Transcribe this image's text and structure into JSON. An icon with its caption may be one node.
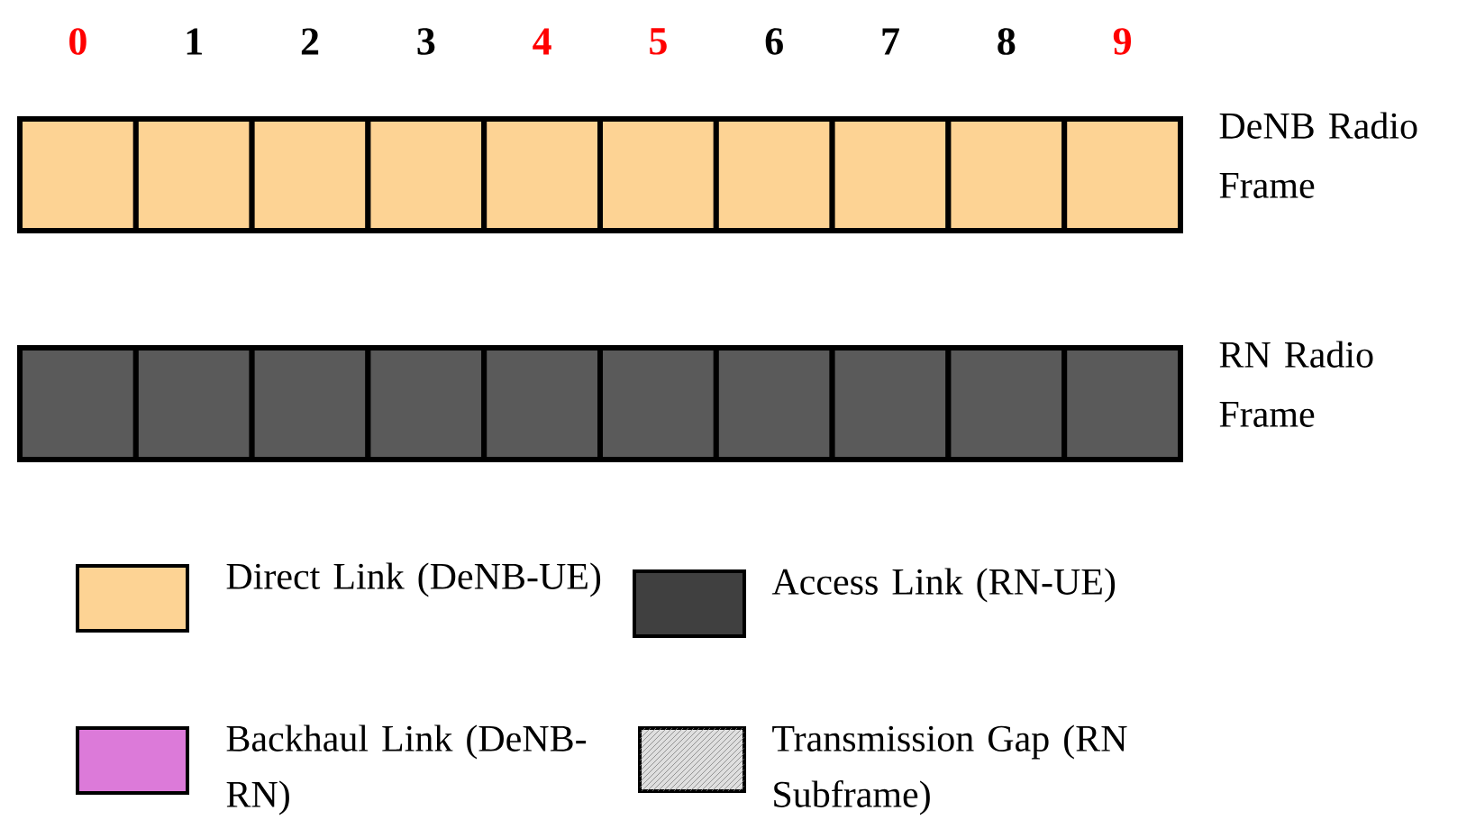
{
  "diagram": {
    "labels": [
      "0",
      "1",
      "2",
      "3",
      "4",
      "5",
      "6",
      "7",
      "8",
      "9",
      "DeNB Radio Frame",
      "RN Radio Frame"
    ],
    "legend": [
      {
        "text": "Direct Link (DeNB-UE)",
        "color": "#fdd394"
      },
      {
        "text": "Access Link (RN-UE)",
        "color": "#404040"
      },
      {
        "text": "Backhaul Link (DeNB-RN)",
        "color": "#dc7ad9"
      },
      {
        "text": "Transmission Gap (RN Subframe)"
      }
    ]
  }
}
